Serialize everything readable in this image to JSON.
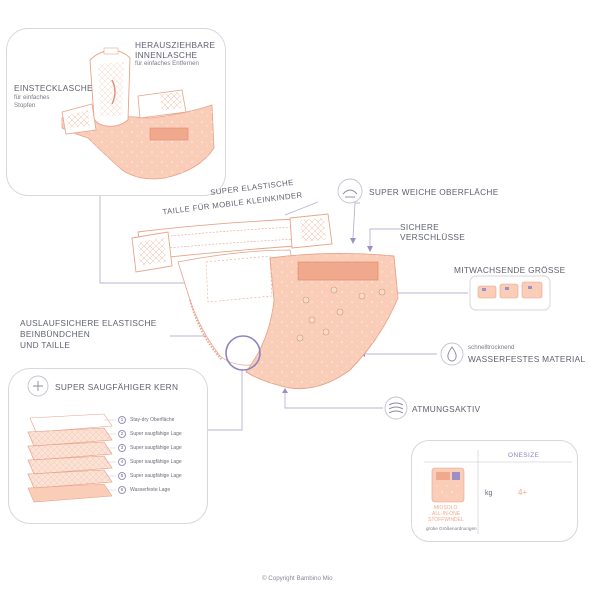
{
  "labels": {
    "removable_inner_flap_l1": "HERAUSZIEHBARE",
    "removable_inner_flap_l2": "INNENLASCHE",
    "removable_inner_flap_sub": "für einfaches Entfernen",
    "pocket_flap": "EINSTECKLASCHE",
    "pocket_flap_sub1": "für einfaches",
    "pocket_flap_sub2": "Stopfen",
    "waist_l1": "SUPER ELASTISCHE",
    "waist_l2": "TAILLE FÜR MOBILE KLEINKINDER",
    "soft_surface": "SUPER WEICHE OBERFLÄCHE",
    "closures_l1": "SICHERE",
    "closures_l2": "VERSCHLÜSSE",
    "growing_size": "MITWACHSENDE GRÖSSE",
    "leak_l1": "AUSLAUFSICHERE ELASTISCHE",
    "leak_l2": "BEINBÜNDCHEN",
    "leak_l3": "UND TAILLE",
    "quick_dry": "schnelltrocknend",
    "waterproof": "WASSERFESTES MATERIAL",
    "core_title": "SUPER SAUGFÄHIGER KERN",
    "breathable": "ATMUNGSAKTIV"
  },
  "layers": [
    {
      "n": "1",
      "label": "Stay-dry Oberfläche"
    },
    {
      "n": "2",
      "label": "Super saugfähige Lage"
    },
    {
      "n": "3",
      "label": "Super saugfähige Lage"
    },
    {
      "n": "4",
      "label": "Super saugfähige Lage"
    },
    {
      "n": "5",
      "label": "Super saugfähige Lage"
    },
    {
      "n": "6",
      "label": "Wasserfeste Lage"
    }
  ],
  "size_table": {
    "header": "ONESIZE",
    "unit": "kg",
    "value": "4+",
    "product_l1": "MIOSOLO",
    "product_l2": "ALL-IN-ONE",
    "product_l3": "STOFFWINDEL",
    "product_note": "grobe Größenordnungen"
  },
  "copyright": "© Copyright Bambino Mio",
  "colors": {
    "peach": "#f9cdb7",
    "peach_dark": "#f0a98c",
    "line": "#e8a38a",
    "accent": "#9c8fc4",
    "border": "#d7d7dc",
    "text": "#5f6170"
  }
}
